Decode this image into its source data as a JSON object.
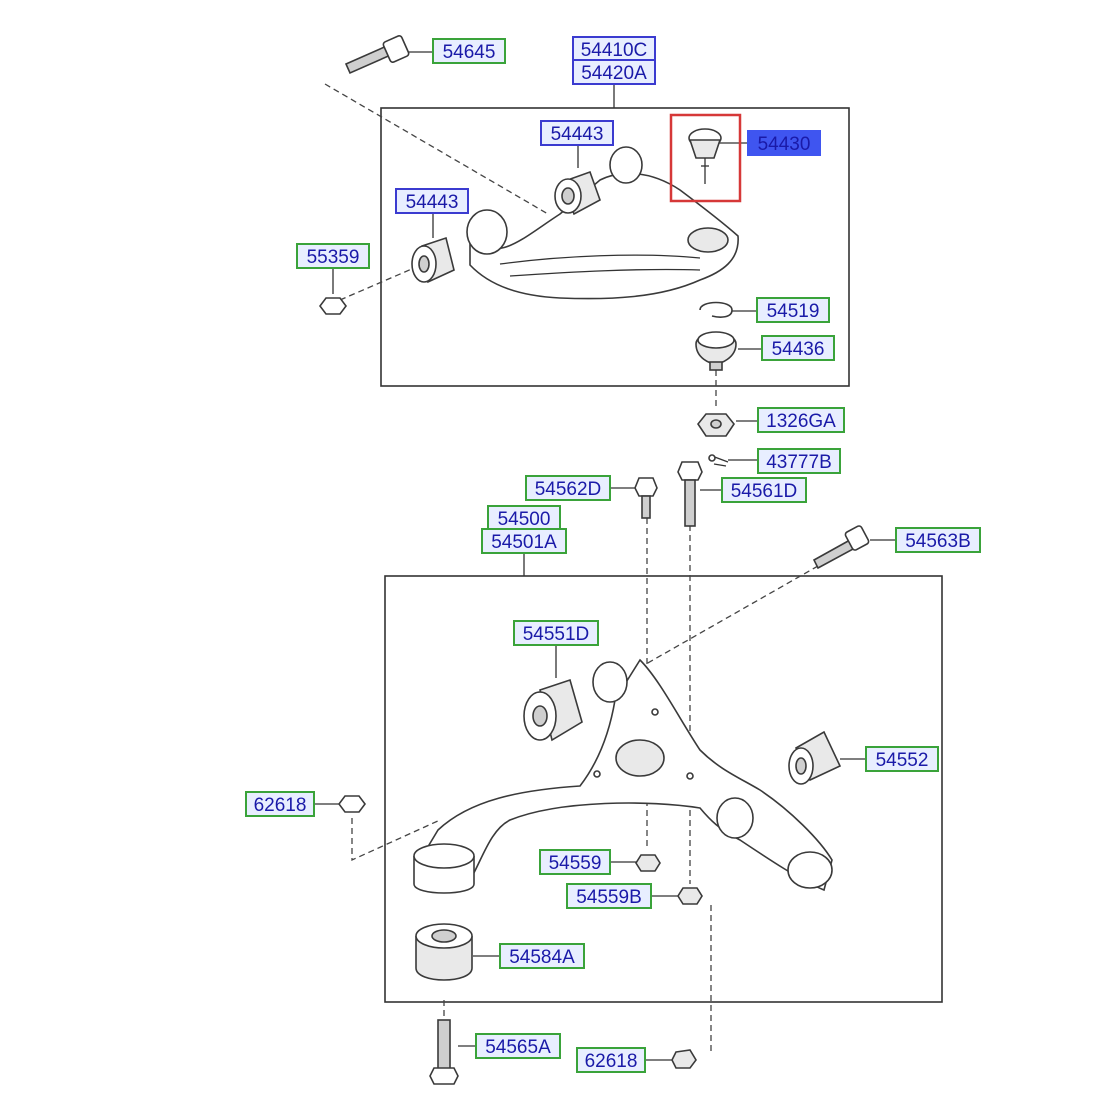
{
  "colors": {
    "text": "#1a1aa8",
    "label_fill": "#e8eeff",
    "border_part": "#3aa33a",
    "border_assembly": "#3b3bd0",
    "highlight_fill": "#3f55f0",
    "highlight_box": "#d63838"
  },
  "highlighted_part": "54430",
  "labels": [
    {
      "id": "54645",
      "text": "54645",
      "kind": "part"
    },
    {
      "id": "54410C",
      "text": "54410C",
      "kind": "assembly"
    },
    {
      "id": "54420A",
      "text": "54420A",
      "kind": "assembly"
    },
    {
      "id": "54443_top",
      "text": "54443",
      "kind": "assembly"
    },
    {
      "id": "54430",
      "text": "54430",
      "kind": "highlight"
    },
    {
      "id": "54443_left",
      "text": "54443",
      "kind": "assembly"
    },
    {
      "id": "55359",
      "text": "55359",
      "kind": "part"
    },
    {
      "id": "54519",
      "text": "54519",
      "kind": "part"
    },
    {
      "id": "54436",
      "text": "54436",
      "kind": "part"
    },
    {
      "id": "1326GA",
      "text": "1326GA",
      "kind": "part"
    },
    {
      "id": "43777B",
      "text": "43777B",
      "kind": "part"
    },
    {
      "id": "54562D",
      "text": "54562D",
      "kind": "part"
    },
    {
      "id": "54561D",
      "text": "54561D",
      "kind": "part"
    },
    {
      "id": "54500",
      "text": "54500",
      "kind": "part"
    },
    {
      "id": "54501A",
      "text": "54501A",
      "kind": "part"
    },
    {
      "id": "54563B",
      "text": "54563B",
      "kind": "part"
    },
    {
      "id": "54551D",
      "text": "54551D",
      "kind": "part"
    },
    {
      "id": "54552",
      "text": "54552",
      "kind": "part"
    },
    {
      "id": "62618_left",
      "text": "62618",
      "kind": "part"
    },
    {
      "id": "54559",
      "text": "54559",
      "kind": "part"
    },
    {
      "id": "54559B",
      "text": "54559B",
      "kind": "part"
    },
    {
      "id": "54584A",
      "text": "54584A",
      "kind": "part"
    },
    {
      "id": "54565A",
      "text": "54565A",
      "kind": "part"
    },
    {
      "id": "62618_bottom",
      "text": "62618",
      "kind": "part"
    }
  ]
}
